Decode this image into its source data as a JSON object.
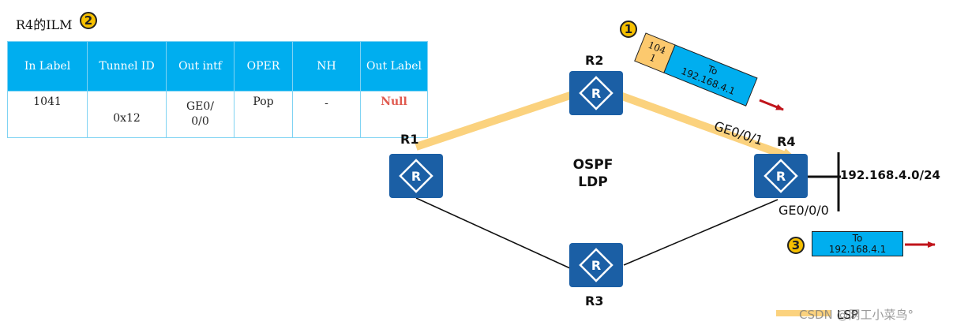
{
  "ilm": {
    "title": "R4的ILM",
    "badge": "2",
    "headers": [
      "In Label",
      "Tunnel ID",
      "Out intf",
      "OPER",
      "NH",
      "Out Label"
    ],
    "row": [
      "1041",
      "0x12",
      "GE0/0/0",
      "Pop",
      "-",
      "Null"
    ]
  },
  "routers": {
    "r1": "R1",
    "r2": "R2",
    "r3": "R3",
    "r4": "R4",
    "icon_glyph": "R"
  },
  "center_label": [
    "OSPF",
    "LDP"
  ],
  "r4_ports": {
    "top": "GE0/0/1",
    "bottom": "GE0/0/0"
  },
  "network": "192.168.4.0/24",
  "packet1": {
    "badge": "1",
    "label": "1041",
    "label_lines": [
      "104",
      "1"
    ],
    "payload_lines": [
      "To",
      "192.168.4.1"
    ]
  },
  "packet3": {
    "badge": "3",
    "payload_lines": [
      "To",
      "192.168.4.1"
    ]
  },
  "legend": {
    "label": "LSP"
  },
  "watermark": "CSDN @网工小菜鸟°",
  "colors": {
    "router_blue": "#1b5fa5",
    "header_cyan": "#00aeef",
    "lsp_orange": "#fbd27e",
    "label_orange": "#fcc96e",
    "arrow_red": "#c0141b",
    "badge_yellow": "#f6c000",
    "null_red": "#e05a4f"
  }
}
